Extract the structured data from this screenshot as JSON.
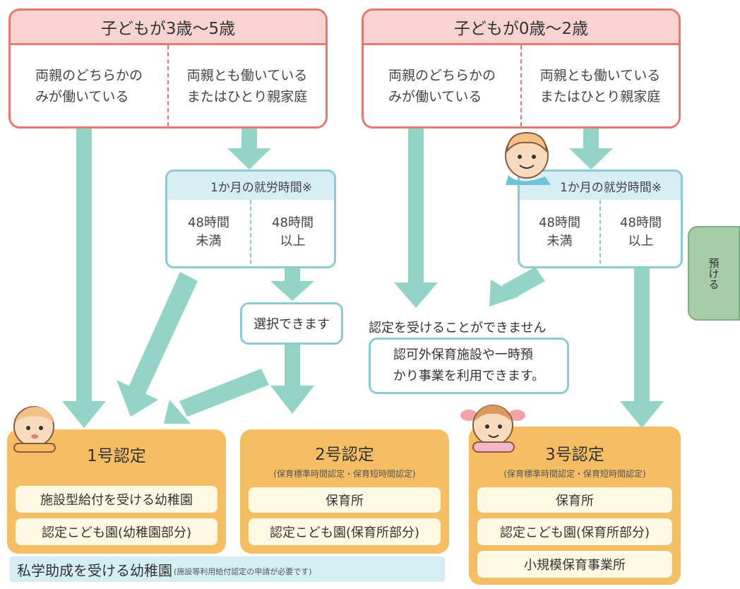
{
  "left_group": {
    "title": "子どもが3歳～5歳",
    "case_a": [
      "両親のどちらかの",
      "みが働いている"
    ],
    "case_b": [
      "両親とも働いている",
      "またはひとり親家庭"
    ]
  },
  "right_group": {
    "title": "子どもが0歳～2歳",
    "case_a": [
      "両親のどちらかの",
      "みが働いている"
    ],
    "case_b": [
      "両親とも働いている",
      "またはひとり親家庭"
    ]
  },
  "work_hours": {
    "label": "1か月の就労時間※",
    "under": [
      "48時間",
      "未満"
    ],
    "over": [
      "48時間",
      "以上"
    ]
  },
  "selectable": "選択できます",
  "not_certified": "認定を受けることができません",
  "unlicensed_note": [
    "認可外保育施設や一時預",
    "かり事業を利用できます。"
  ],
  "cert1": {
    "title": "1号認定",
    "items": [
      "施設型給付を受ける幼稚園",
      "認定こども園(幼稚園部分)"
    ]
  },
  "cert2": {
    "title": "2号認定",
    "subtitle": "(保育標準時間認定・保育短時間認定)",
    "items": [
      "保育所",
      "認定こども園(保育所部分)"
    ]
  },
  "cert3": {
    "title": "3号認定",
    "subtitle": "(保育標準時間認定・保育短時間認定)",
    "items": [
      "保育所",
      "認定こども園(保育所部分)",
      "小規模保育事業所"
    ]
  },
  "private_note": {
    "main": "私学助成を受ける幼稚園",
    "sub": "(施設等利用給付認定の申請が必要です)"
  },
  "side_tab": "預ける",
  "colors": {
    "pink_border": "#e57873",
    "pink_fill": "#f8d3d0",
    "teal": "#8ccbd6",
    "arrow": "#94d4c6",
    "orange": "#f5be64",
    "cream": "#fff9e3",
    "green_tab": "#a6cda8"
  }
}
